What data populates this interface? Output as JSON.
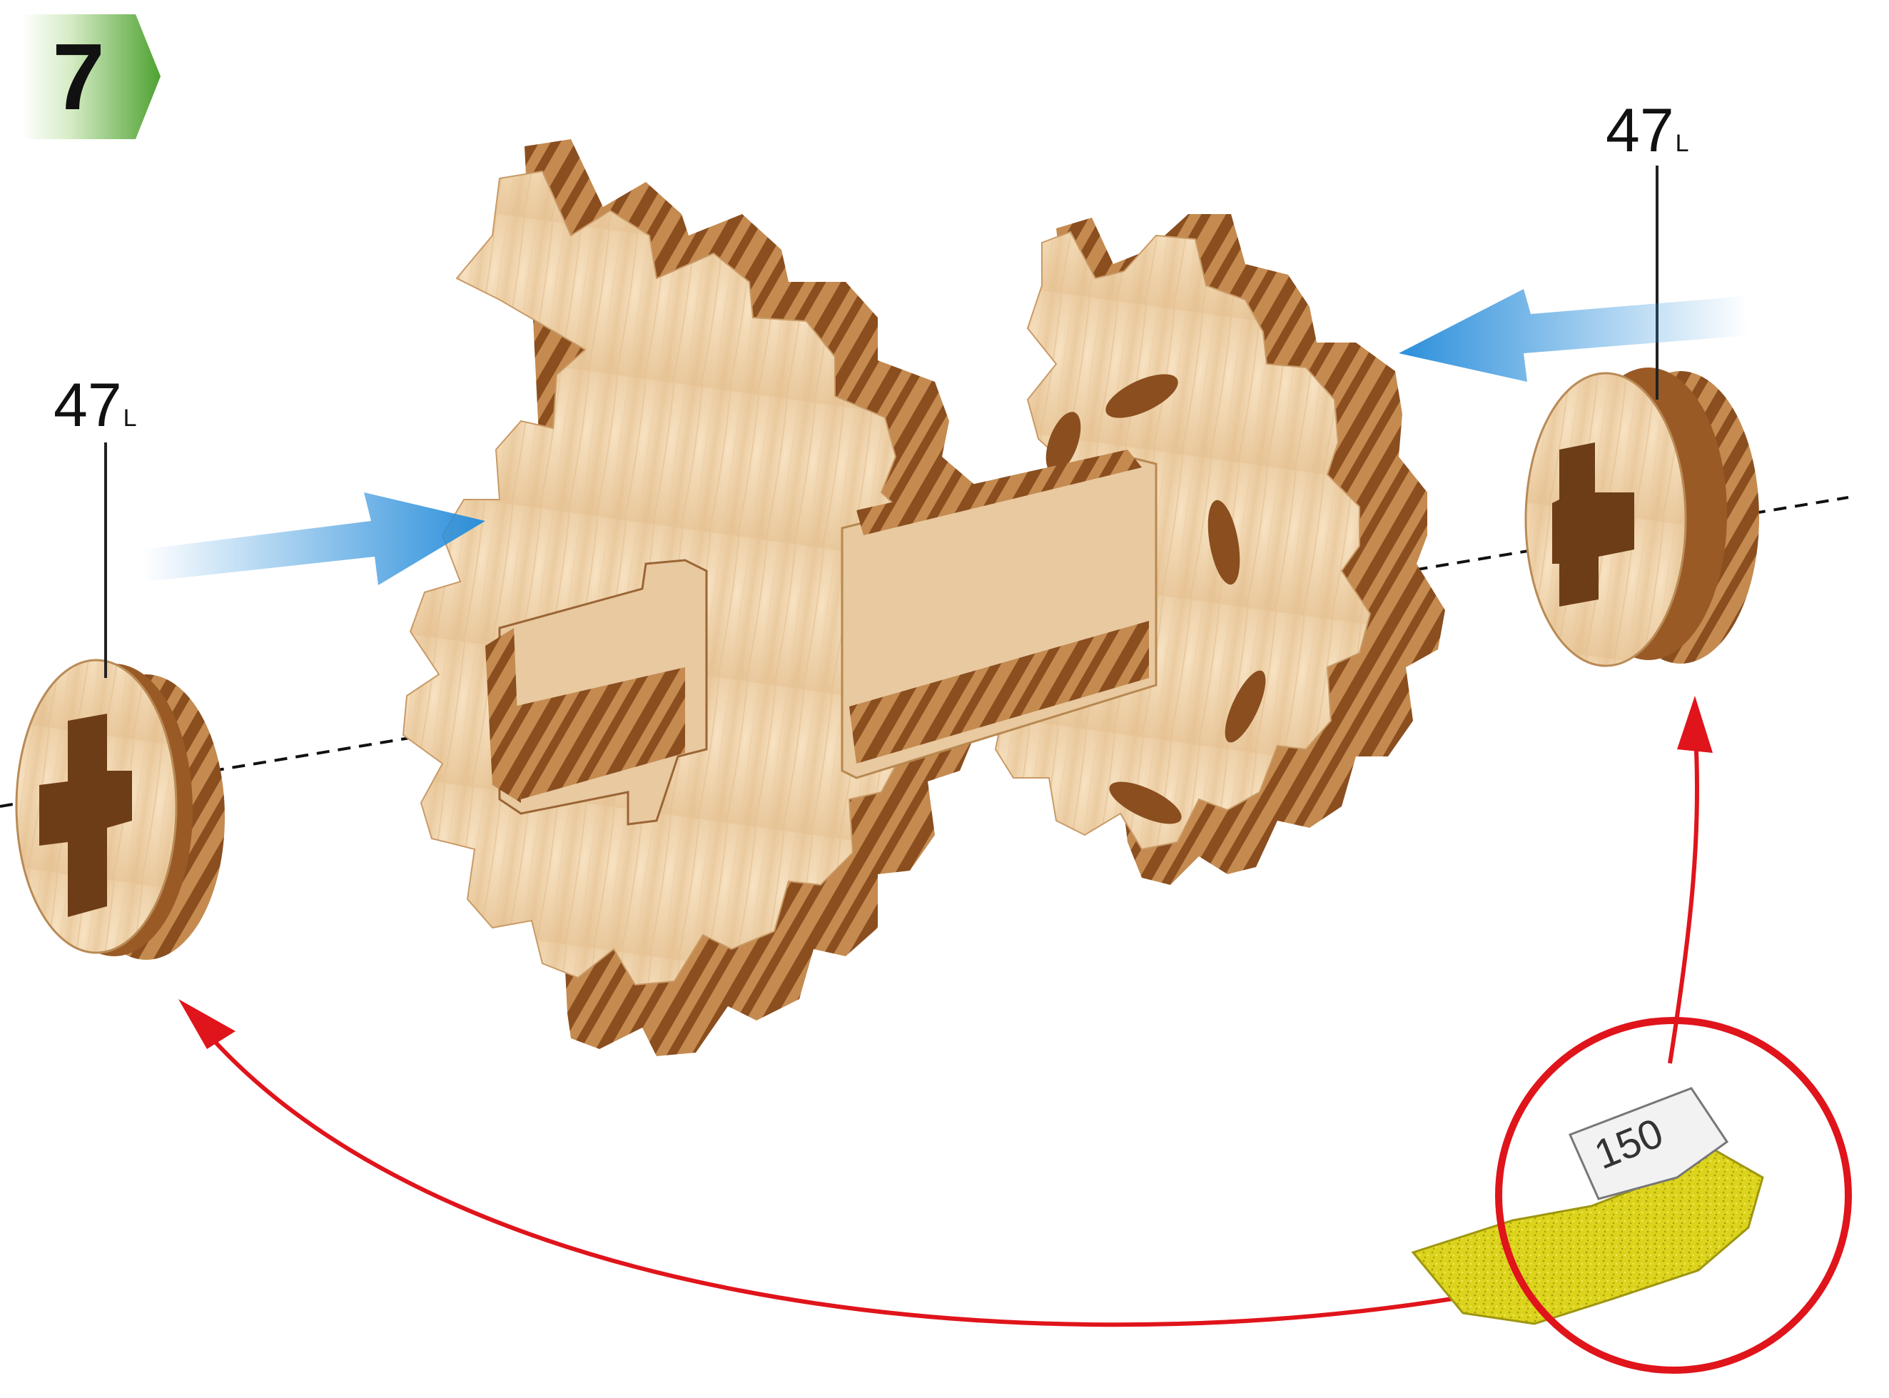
{
  "step": {
    "number": "7"
  },
  "parts": {
    "left": {
      "number": "47",
      "suffix": "L"
    },
    "right": {
      "number": "47",
      "suffix": "L"
    }
  },
  "sandpaper": {
    "grit": "150"
  },
  "colors": {
    "step_badge": "#5aa83c",
    "wood_light": "#f0d3ac",
    "wood_dark": "#8a4e1f",
    "push_arrow": "#2b8fdb",
    "sanding_arrow": "#e0141b",
    "sandpaper": "#dcd31c"
  }
}
